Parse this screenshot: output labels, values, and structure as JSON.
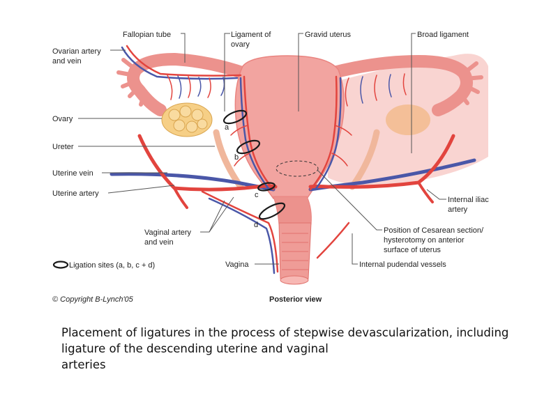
{
  "labels": {
    "fallopian_tube": "Fallopian tube",
    "ligament_of_ovary_1": "Ligament of",
    "ligament_of_ovary_2": "ovary",
    "gravid_uterus": "Gravid uterus",
    "broad_ligament": "Broad ligament",
    "ovarian_artery_1": "Ovarian artery",
    "ovarian_artery_2": "and vein",
    "ovary": "Ovary",
    "ureter": "Ureter",
    "uterine_vein": "Uterine vein",
    "uterine_artery": "Uterine artery",
    "internal_iliac_1": "Internal iliac",
    "internal_iliac_2": "artery",
    "vaginal_artery_1": "Vaginal artery",
    "vaginal_artery_2": "and vein",
    "cesarean_1": "Position of Cesarean section/",
    "cesarean_2": "hysterotomy on anterior",
    "cesarean_3": "surface of uterus",
    "ligation_sites": "Ligation sites (a, b, c + d)",
    "vagina": "Vagina",
    "internal_pudendal": "Internal pudendal vessels",
    "copyright": "© Copyright B-Lynch'05",
    "posterior_view": "Posterior view"
  },
  "ligation_letters": {
    "a": "a",
    "b": "b",
    "c": "c",
    "d": "d"
  },
  "caption": {
    "line1": "Placement of ligatures in the process of stepwise devascularization, including",
    "line2": "ligature of the descending uterine and vaginal",
    "line3": "arteries"
  },
  "colors": {
    "uterus": "#f2a4a0",
    "uterus_shade": "#e9837f",
    "broad_ligament": "#f7c6c2",
    "artery": "#e2443e",
    "vein": "#4a57a8",
    "ovary": "#f6cf86",
    "ureter": "#f0b79c"
  }
}
